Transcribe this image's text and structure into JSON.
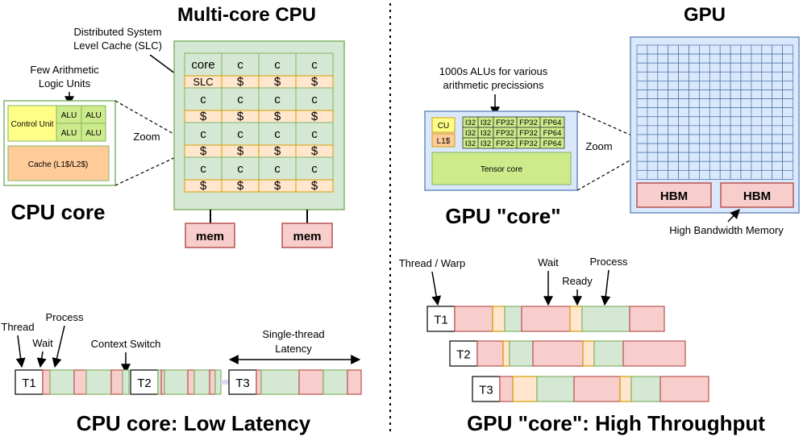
{
  "cpu_title": "Multi-core CPU",
  "gpu_title": "GPU",
  "cpu_core_title": "CPU core",
  "gpu_core_title": "GPU \"core\"",
  "cpu_bottom_title": "CPU core: Low Latency",
  "gpu_bottom_title": "GPU \"core\": High Throughput",
  "slc_annotation": [
    "Distributed System",
    "Level Cache (SLC)"
  ],
  "alu_annotation": [
    "Few Arithmetic",
    "Logic Units"
  ],
  "gpu_alu_annotation": [
    "1000s ALUs for various",
    "arithmetic precissions"
  ],
  "zoom_label": "Zoom",
  "cpu_core_box": {
    "control_unit": "Control Unit",
    "alu": "ALU",
    "cache": "Cache (L1$/L2$)"
  },
  "cpu_grid": {
    "core_label": "core",
    "slc_label": "SLC",
    "core_cell": "c",
    "cache_cell": "$"
  },
  "memory_label": "mem",
  "gpu_core_box": {
    "cu": "CU",
    "l1": "L1$",
    "alu_cols": [
      "I32",
      "I32",
      "FP32",
      "FP32",
      "FP64"
    ],
    "tensor": "Tensor core"
  },
  "hbm_label": "HBM",
  "hbm_annotation": "High Bandwidth Memory",
  "cpu_timeline": {
    "labels": {
      "thread": "Thread",
      "wait": "Wait",
      "process": "Process",
      "context_switch": "Context Switch",
      "latency": [
        "Single-thread",
        "Latency"
      ]
    },
    "threads": [
      "T1",
      "T2",
      "T3"
    ]
  },
  "gpu_timeline": {
    "labels": {
      "thread": "Thread / Warp",
      "wait": "Wait",
      "ready": "Ready",
      "process": "Process"
    },
    "threads": [
      "T1",
      "T2",
      "T3"
    ]
  },
  "colors": {
    "cpu_border": "#82b366",
    "core_fill": "#d5e8d4",
    "cache_fill": "#ffe6cc",
    "cache_border": "#d79b00",
    "control_fill": "#ffff88",
    "alu_fill": "#cdeb8b",
    "l2_fill": "#ffcc99",
    "mem_fill": "#f8cecc",
    "mem_border": "#b85450",
    "gpu_border": "#6c8ebf",
    "gpu_fill": "#dae8fc",
    "grid_line": "#4a6fa5"
  }
}
